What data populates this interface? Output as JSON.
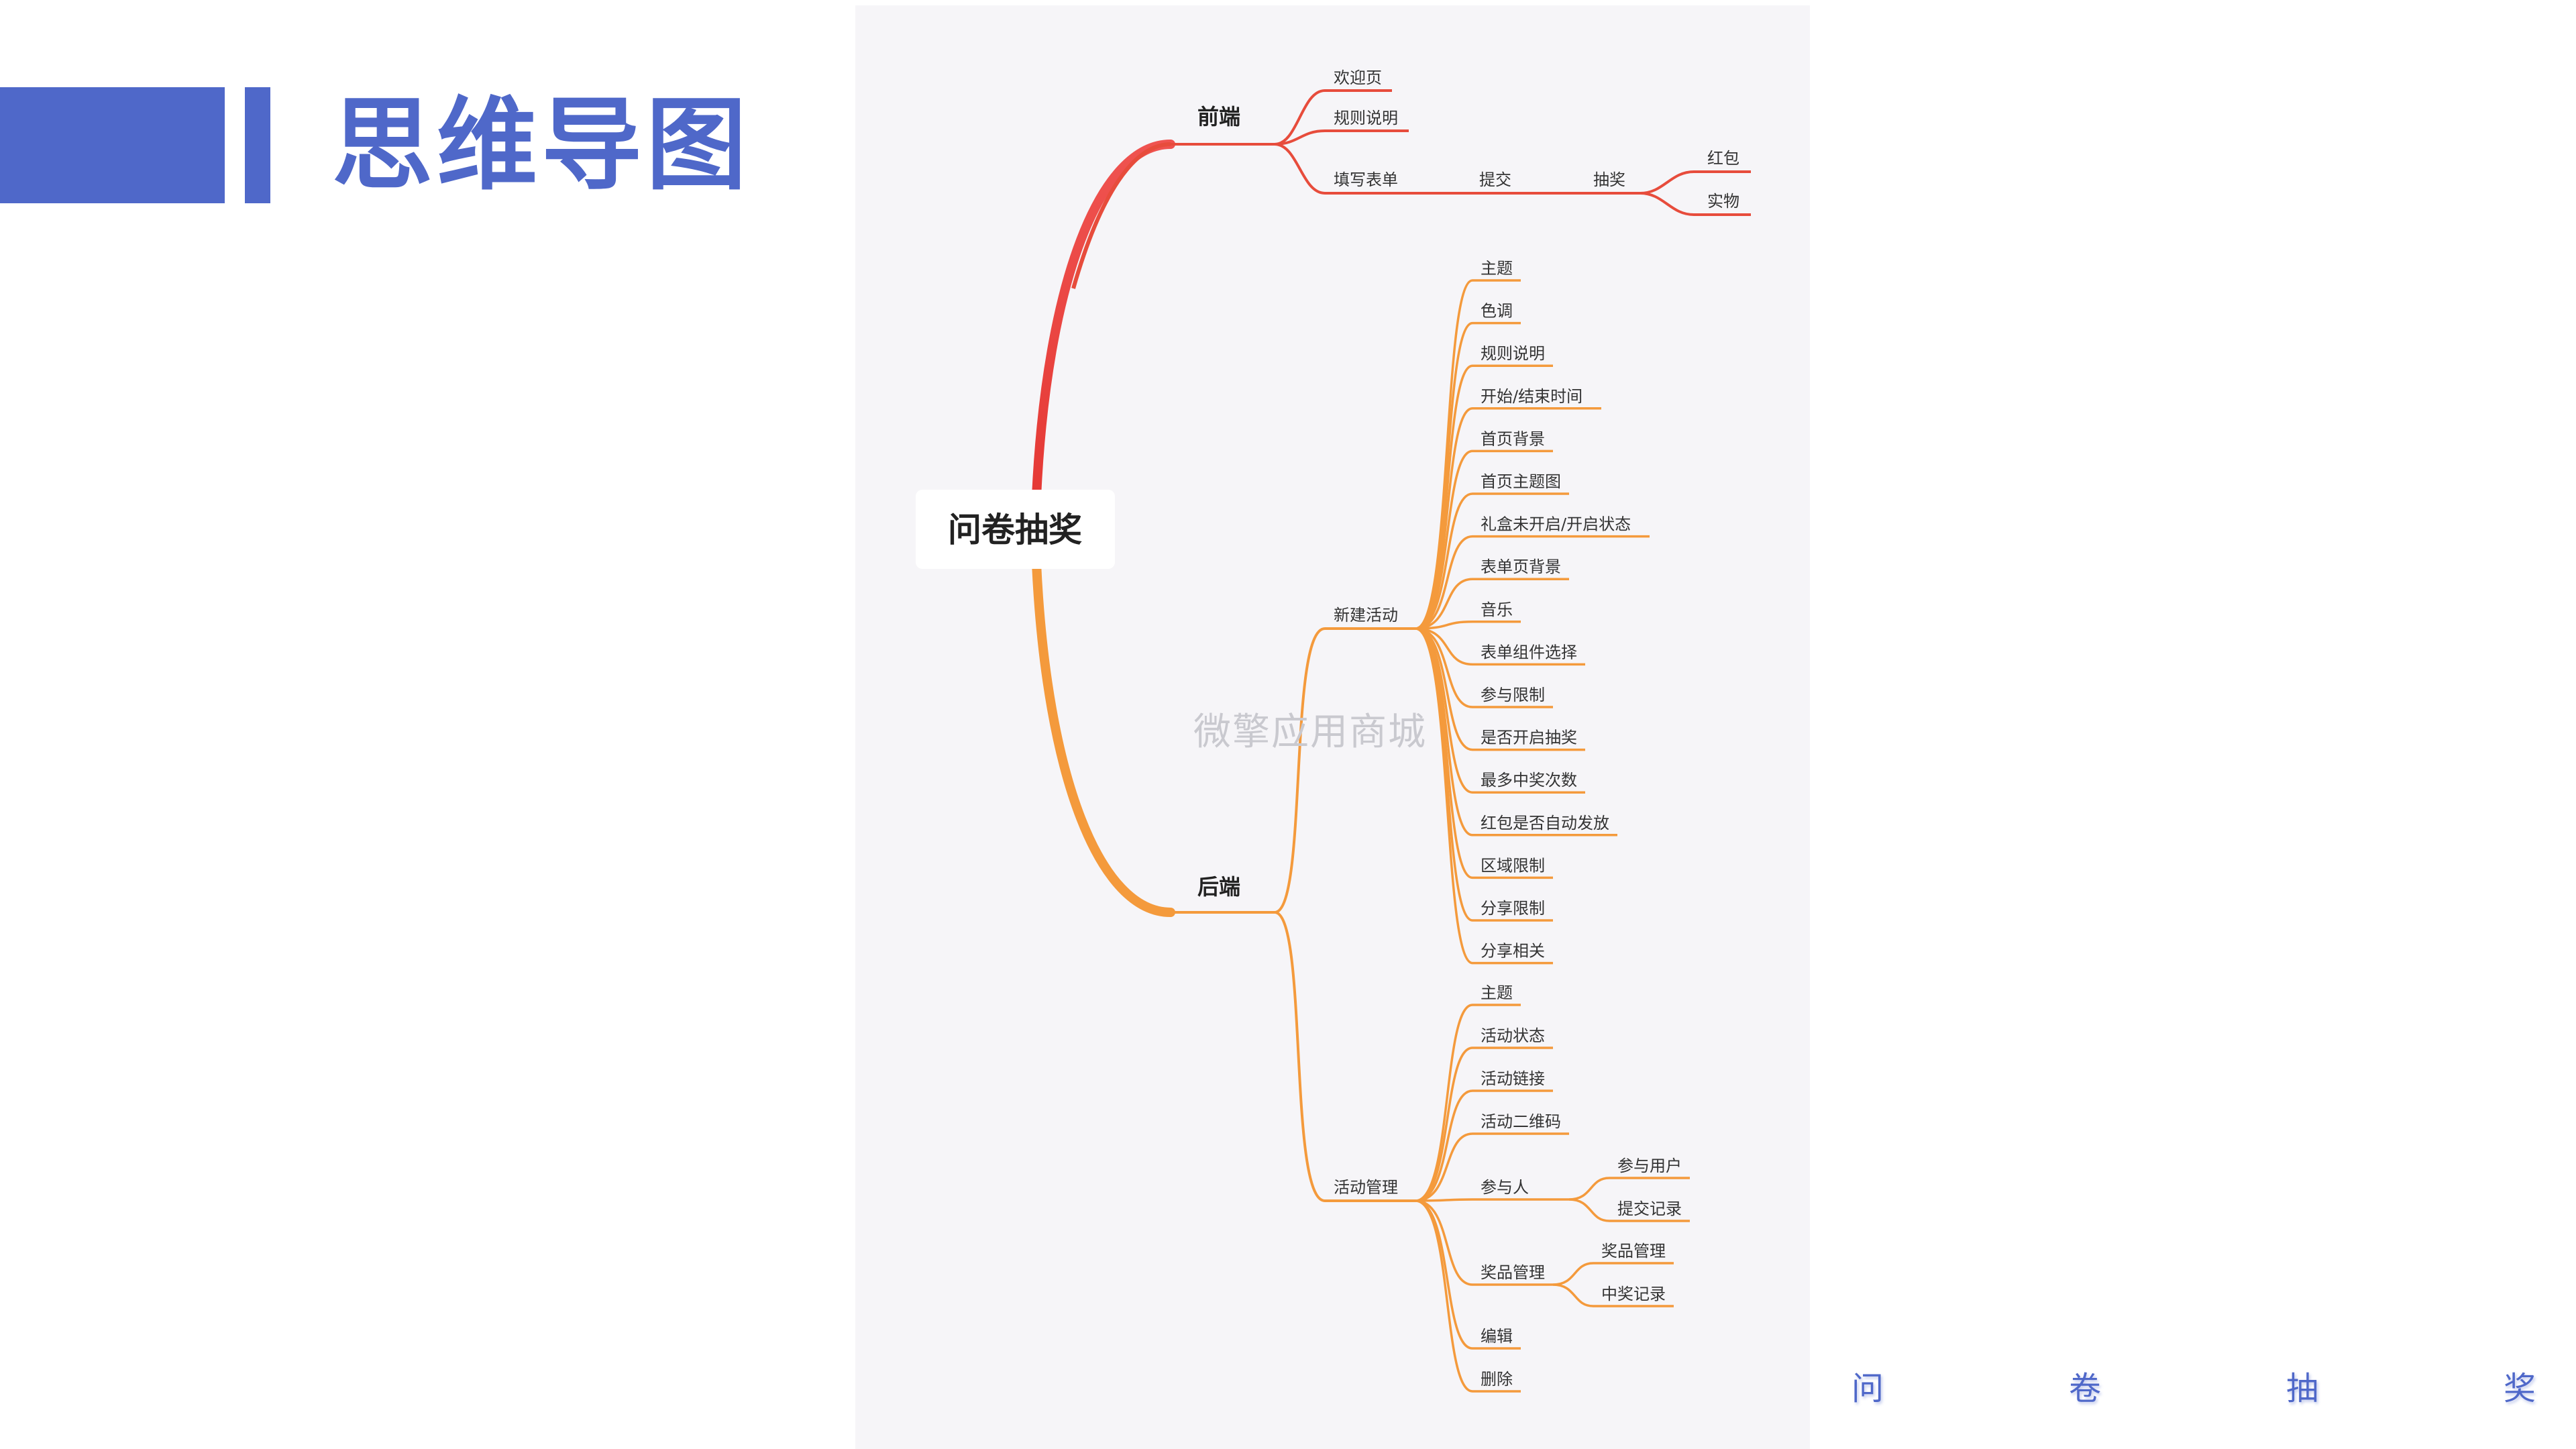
{
  "header": {
    "title": "思维导图"
  },
  "watermark": "微擎应用商城",
  "footer": [
    "问",
    "卷",
    "抽",
    "奖"
  ],
  "colors": {
    "accent": "#4f68c9",
    "frontend_branch": "#e74c3c",
    "backend_branch": "#f49a3c"
  },
  "mindmap": {
    "root": "问卷抽奖",
    "frontend": {
      "label": "前端",
      "welcome": "欢迎页",
      "rules": "规则说明",
      "form": "填写表单",
      "submit": "提交",
      "lottery": "抽奖",
      "redpack": "红包",
      "physical": "实物"
    },
    "backend": {
      "label": "后端",
      "new_activity": {
        "label": "新建活动",
        "items": [
          "主题",
          "色调",
          "规则说明",
          "开始/结束时间",
          "首页背景",
          "首页主题图",
          "礼盒未开启/开启状态",
          "表单页背景",
          "音乐",
          "表单组件选择",
          "参与限制",
          "是否开启抽奖",
          "最多中奖次数",
          "红包是否自动发放",
          "区域限制",
          "分享限制",
          "分享相关"
        ]
      },
      "activity_mgmt": {
        "label": "活动管理",
        "theme": "主题",
        "status": "活动状态",
        "link": "活动链接",
        "qrcode": "活动二维码",
        "participants": {
          "label": "参与人",
          "users": "参与用户",
          "records": "提交记录"
        },
        "prizes": {
          "label": "奖品管理",
          "mgmt": "奖品管理",
          "win_records": "中奖记录"
        },
        "edit": "编辑",
        "delete": "删除"
      }
    }
  }
}
